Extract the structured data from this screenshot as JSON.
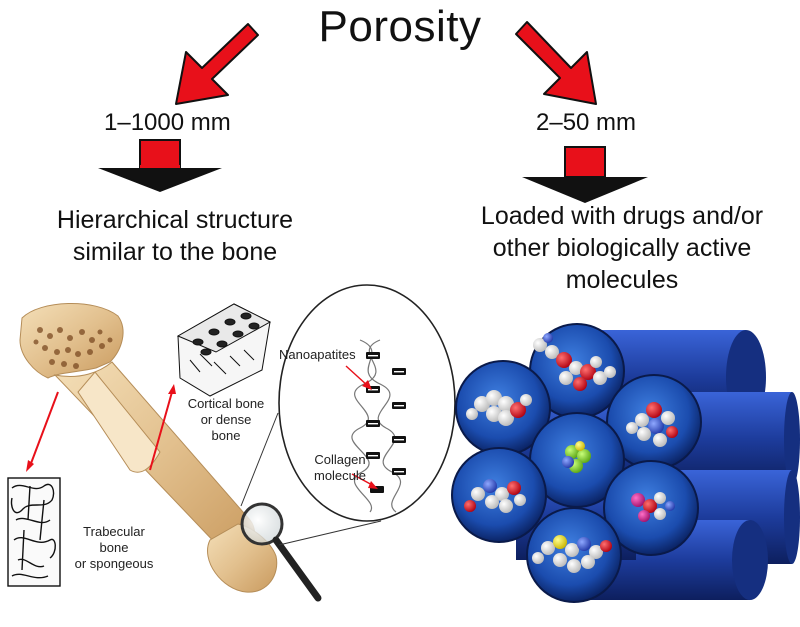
{
  "title": "Porosity",
  "left": {
    "range": "1–1000 mm",
    "heading_line1": "Hierarchical structure",
    "heading_line2": "similar to the bone"
  },
  "right": {
    "range": "2–50 mm",
    "heading_line1": "Loaded with drugs and/or",
    "heading_line2": "other biologically active",
    "heading_line3": "molecules"
  },
  "bone_labels": {
    "cortical_line1": "Cortical bone",
    "cortical_line2": "or dense",
    "cortical_line3": "bone",
    "trabecular_line1": "Trabecular",
    "trabecular_line2": "bone",
    "trabecular_line3": "or spongeous",
    "nanoapatites": "Nanoapatites",
    "collagen_line1": "Collagen",
    "collagen_line2": "molecule"
  },
  "colors": {
    "arrow_red": "#e8101a",
    "tube_blue": "#1d3c9c",
    "bone": "#e6c79a"
  }
}
